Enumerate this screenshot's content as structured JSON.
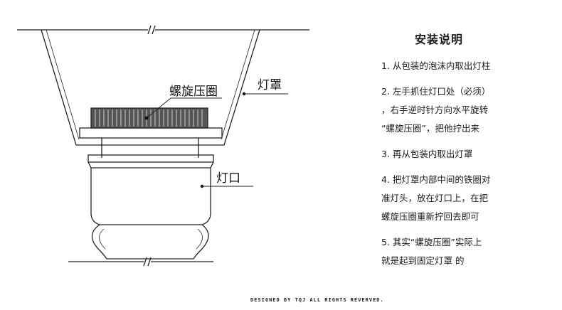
{
  "labels": {
    "ring": "螺旋压圈",
    "shade": "灯罩",
    "socket": "灯口"
  },
  "instructions": {
    "title": "安装说明",
    "steps": [
      "1. 从包装的泡沫内取出灯柱",
      "2. 左手抓住灯口处（必须）\n，右手逆时针方向水平旋转\n“螺旋压圈”，把他拧出来",
      "3. 再从包装内取出灯罩",
      "4. 把灯罩内部中间的铁圈对\n准灯头，放在灯口上，在把\n螺旋压圈重新拧回去即可",
      "5. 其实“螺旋压圈”实际上\n就是起到固定灯罩          的"
    ]
  },
  "footer": "DESIGNED BY TQJ ALL RIGHTS REVERVED."
}
